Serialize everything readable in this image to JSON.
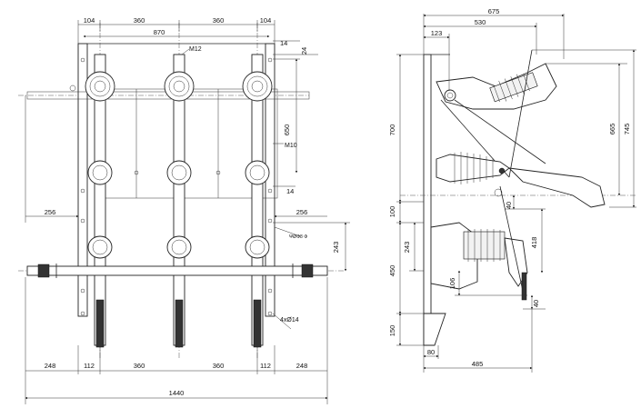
{
  "front_view": {
    "dims_top": [
      "104",
      "360",
      "360",
      "104"
    ],
    "dim_870": "870",
    "label_m12": "M12",
    "dim_14_top": "14",
    "dim_24": "24",
    "dim_650": "650",
    "label_m10": "M10",
    "dim_14_mid": "14",
    "dim_256_left": "256",
    "dim_256_right": "256",
    "label_small": "ΨØΦ8 Φ",
    "dim_243": "243",
    "label_holes": "4xØ14",
    "dims_bottom": [
      "248",
      "112",
      "360",
      "360",
      "112",
      "248"
    ],
    "dim_1440": "1440"
  },
  "side_view": {
    "dim_675": "675",
    "dim_530": "530",
    "dim_123": "123",
    "dim_665": "665",
    "dim_745": "745",
    "dim_700": "700",
    "dim_40_a": "40",
    "dim_100": "100",
    "dim_243": "243",
    "dim_418": "418",
    "dim_450": "450",
    "dim_106": "106",
    "dim_40_b": "40",
    "dim_150": "150",
    "dim_80": "80",
    "dim_485": "485"
  }
}
